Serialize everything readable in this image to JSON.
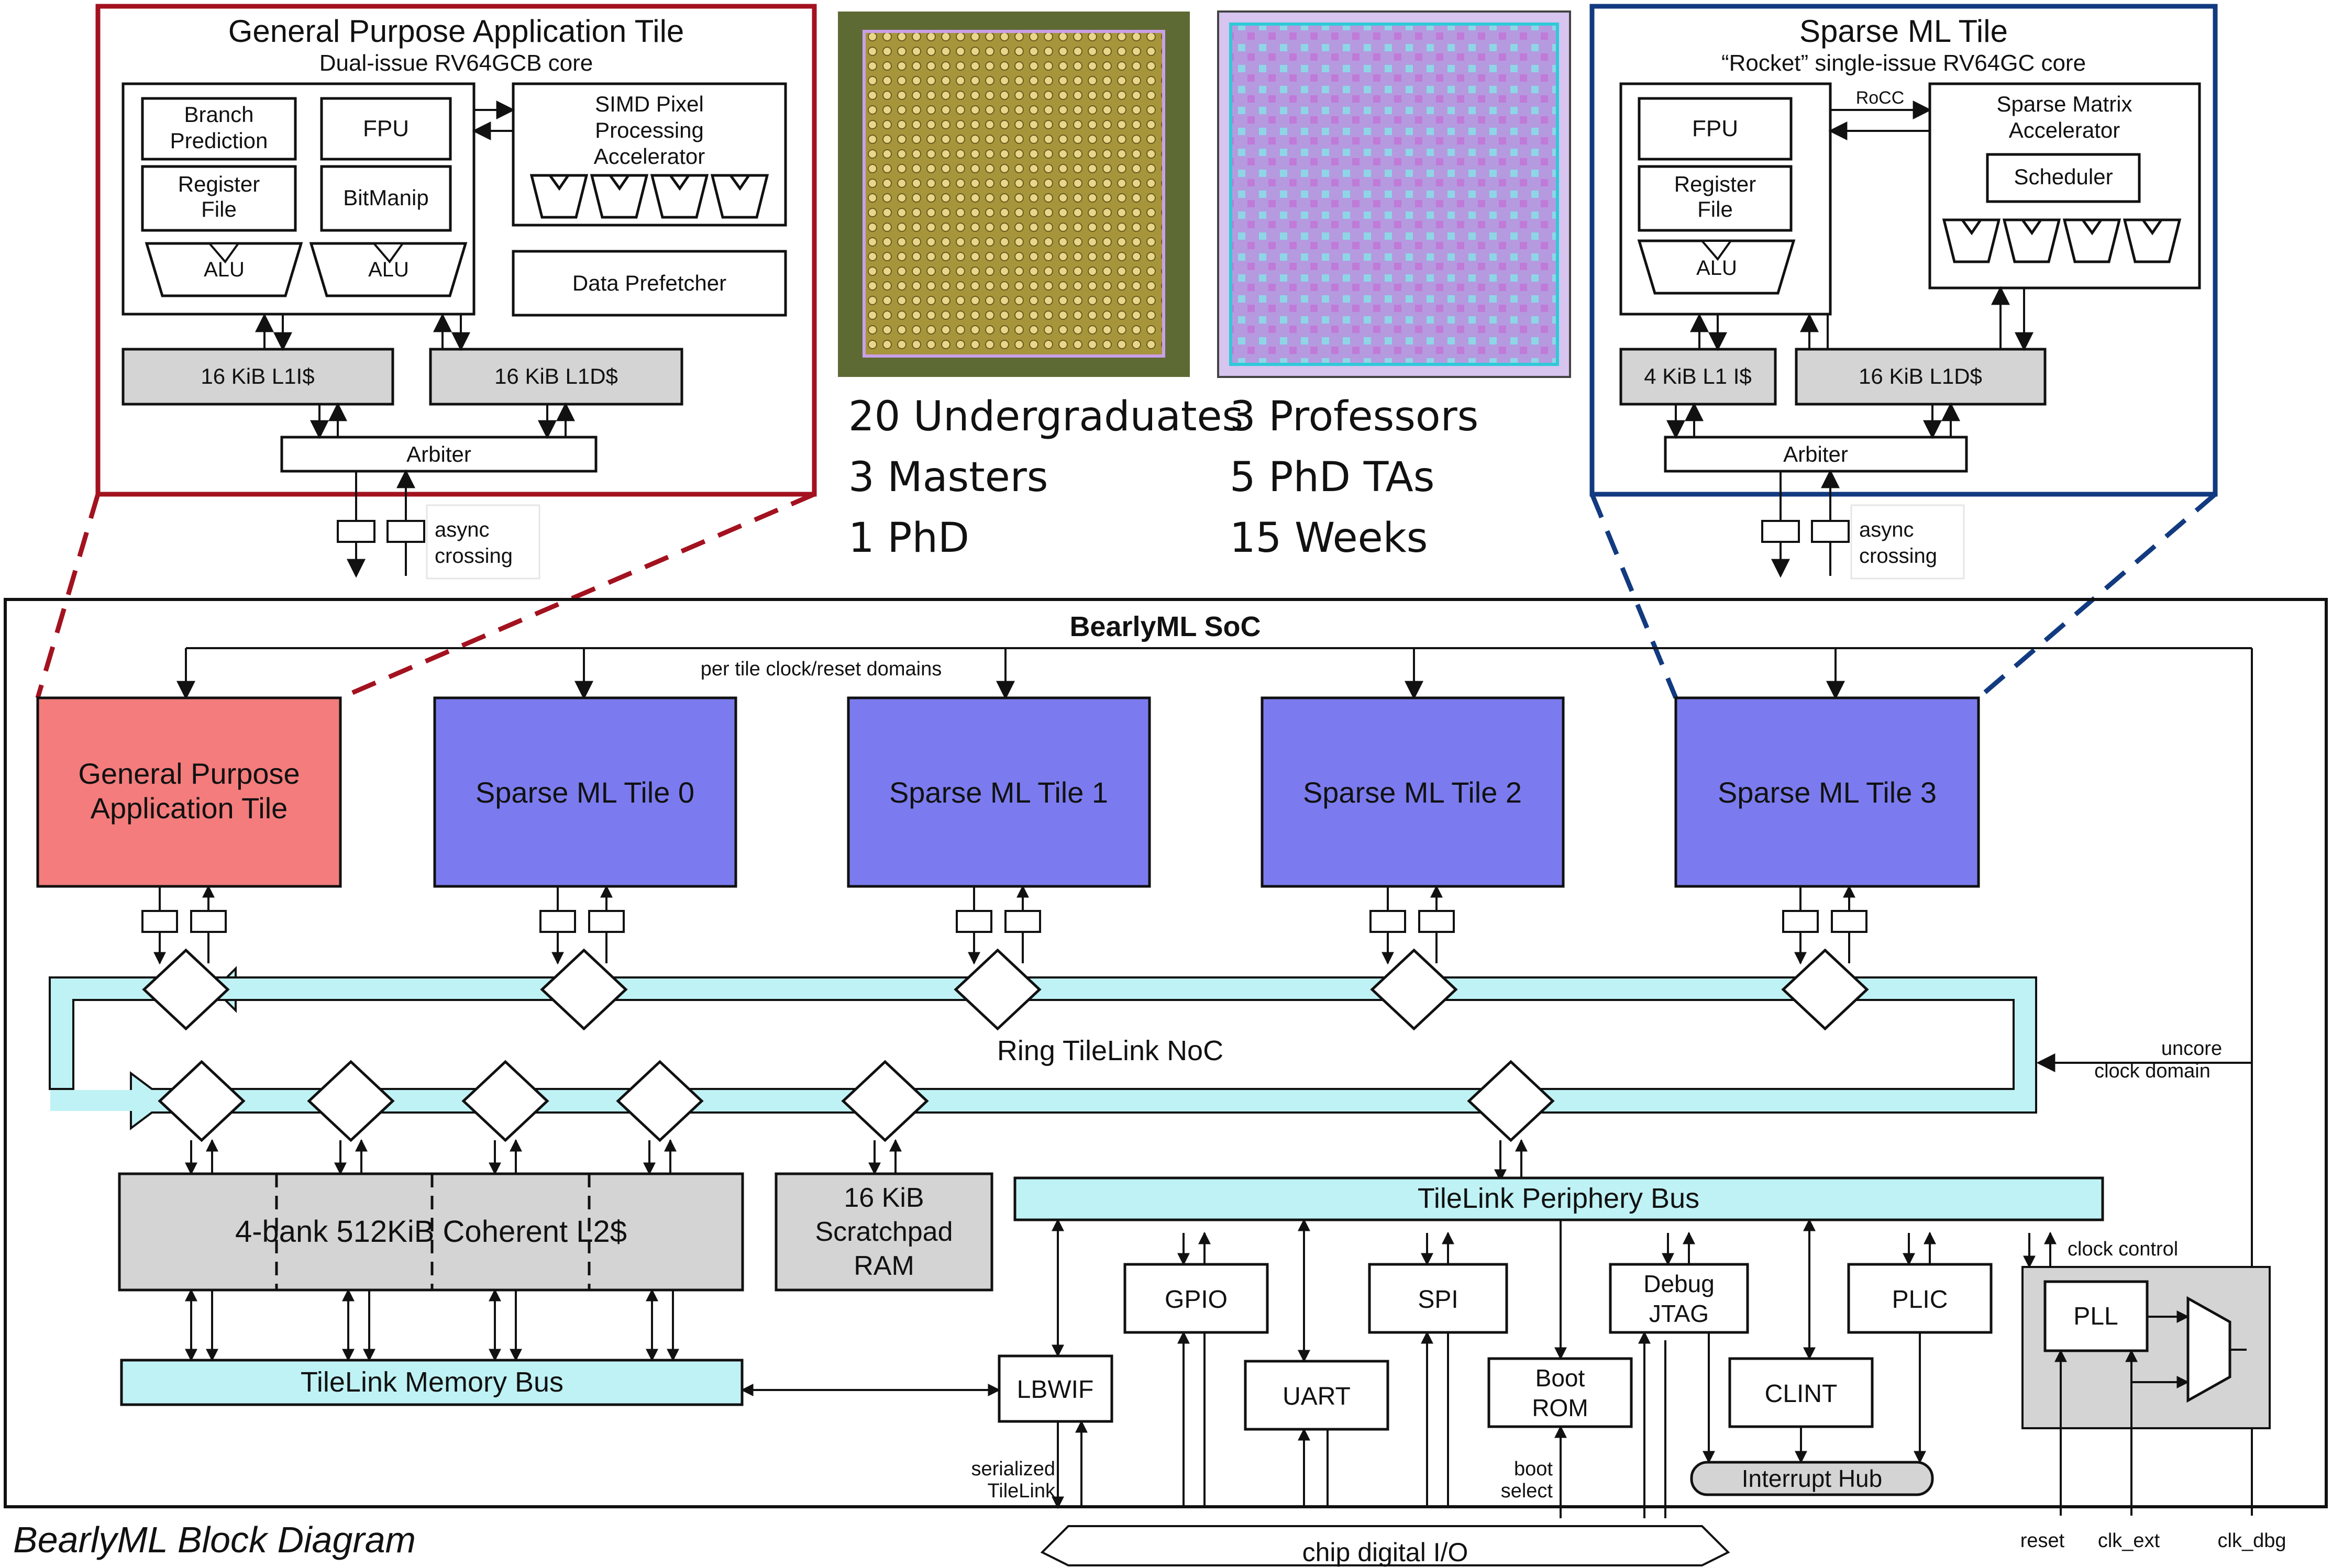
{
  "caption": "BearlyML Block Diagram",
  "team_stats": {
    "left": [
      "20 Undergraduates",
      "3 Masters",
      "1 PhD"
    ],
    "right": [
      "3 Professors",
      "5 PhD TAs",
      "15 Weeks"
    ]
  },
  "gp_tile_detail": {
    "title": "General Purpose Application Tile",
    "subtitle": "Dual-issue RV64GCB core",
    "branch_prediction": [
      "Branch",
      "Prediction"
    ],
    "fpu": "FPU",
    "register_file": [
      "Register",
      "File"
    ],
    "bitmanip": "BitManip",
    "alu": "ALU",
    "simd": [
      "SIMD Pixel",
      "Processing",
      "Accelerator"
    ],
    "data_prefetcher": "Data Prefetcher",
    "l1i": "16 KiB L1I$",
    "l1d": "16 KiB L1D$",
    "arbiter": "Arbiter",
    "async": [
      "async",
      "crossing"
    ]
  },
  "sparse_tile_detail": {
    "title": "Sparse ML Tile",
    "subtitle": "“Rocket” single-issue RV64GC core",
    "fpu": "FPU",
    "register_file": [
      "Register",
      "File"
    ],
    "alu": "ALU",
    "rocc": "RoCC",
    "accelerator": [
      "Sparse Matrix",
      "Accelerator"
    ],
    "scheduler": "Scheduler",
    "l1i": "4 KiB L1 I$",
    "l1d": "16 KiB L1D$",
    "arbiter": "Arbiter",
    "async": [
      "async",
      "crossing"
    ]
  },
  "soc": {
    "title": "BearlyML SoC",
    "clock_label": "per tile clock/reset domains",
    "gp_tile": [
      "General Purpose",
      "Application Tile"
    ],
    "sparse_tiles": [
      "Sparse ML Tile 0",
      "Sparse ML Tile 1",
      "Sparse ML Tile 2",
      "Sparse ML Tile 3"
    ],
    "noc": "Ring TileLink NoC",
    "uncore": [
      "uncore",
      "clock domain"
    ],
    "l2": "4-bank 512KiB Coherent  L2$",
    "scratchpad": [
      "16 KiB",
      "Scratchpad",
      "RAM"
    ],
    "periphery_bus": "TileLink Periphery Bus",
    "memory_bus": "TileLink Memory Bus",
    "lbwif": "LBWIF",
    "gpio": "GPIO",
    "uart": "UART",
    "spi": "SPI",
    "boot_rom": [
      "Boot",
      "ROM"
    ],
    "debug_jtag": [
      "Debug",
      "JTAG"
    ],
    "clint": "CLINT",
    "plic": "PLIC",
    "interrupt_hub": "Interrupt Hub",
    "pll": "PLL",
    "clock_control": "clock control",
    "serialized": [
      "serialized",
      "TileLink"
    ],
    "boot_select": [
      "boot",
      "select"
    ],
    "chip_io": "chip digital I/O",
    "reset": "reset",
    "clk_ext": "clk_ext",
    "clk_dbg": "clk_dbg"
  },
  "colors": {
    "gp_tile": "#f47c7c",
    "sparse_tile": "#7b7bef",
    "bus": "#bff2f5",
    "noc": "#bff2f5",
    "gray_block": "#d4d4d4",
    "gp_frame": "#a3121f",
    "sparse_frame": "#123a80"
  }
}
